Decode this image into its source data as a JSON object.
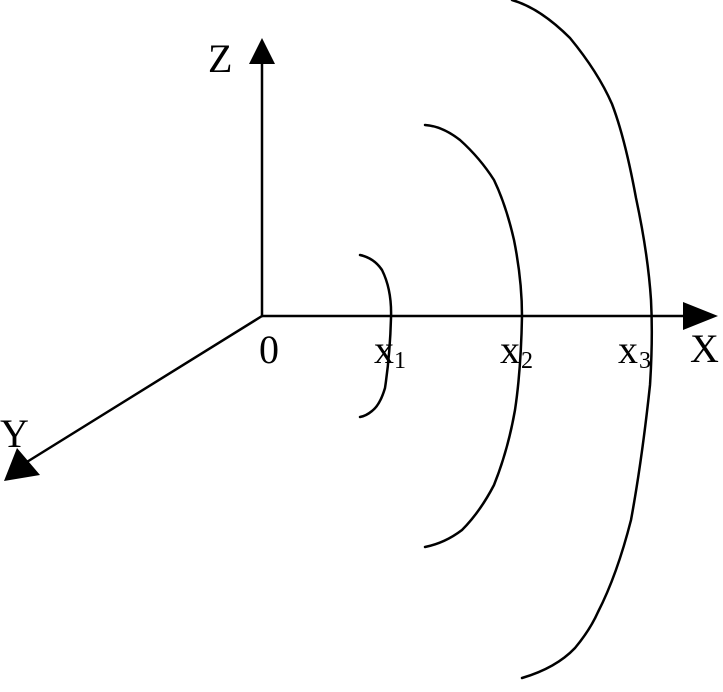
{
  "axes": {
    "z_label": "Z",
    "x_label": "X",
    "y_label": "Y",
    "origin_label": "0"
  },
  "points": [
    {
      "base": "x",
      "sub": "1"
    },
    {
      "base": "x",
      "sub": "2"
    },
    {
      "base": "x",
      "sub": "3"
    }
  ],
  "colors": {
    "stroke": "#000000",
    "background": "#ffffff"
  }
}
